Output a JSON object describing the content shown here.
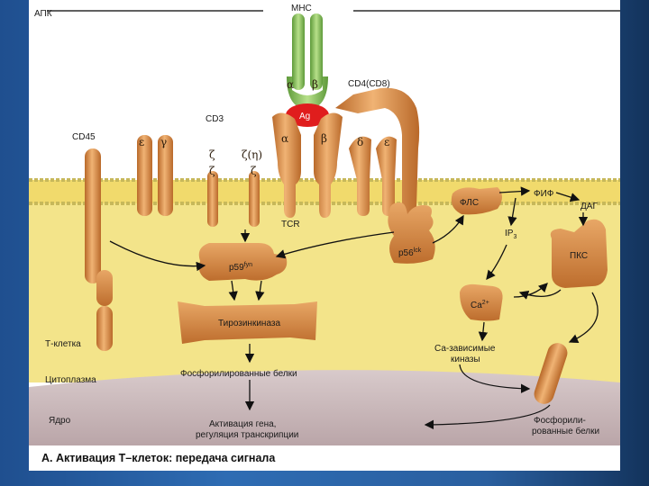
{
  "labels": {
    "apc": "АПК",
    "mhc": "МНС",
    "alpha": "α",
    "beta": "β",
    "cd4": "CD4(CD8)",
    "cd3": "CD3",
    "ag": "Ag",
    "cd45": "CD45",
    "epsilon": "ε",
    "gamma": "γ",
    "delta": "δ",
    "zeta": "ζ",
    "zeta_eta": "ζ(η)",
    "tcr": "TCR",
    "pip2": "ФИФ",
    "dag": "ДАГ",
    "plc": "ФЛС",
    "ip3": "IP",
    "ip3_sub": "3",
    "p56": "p56",
    "p56_sup": "lck",
    "p59": "p59",
    "p59_sup": "fyn",
    "pkc": "ПКС",
    "ca": "Ca",
    "ca_sup": "2+",
    "tyr_kinase": "Тирозинкиназа",
    "ca_kinases_1": "Са-зависимые",
    "ca_kinases_2": "киназы",
    "t_cell": "Т-клетка",
    "cytoplasm": "Цитоплазма",
    "phospho_proteins": "Фосфорилированные белки",
    "phospho_proteins_r1": "Фосфорили-",
    "phospho_proteins_r2": "рованные белки",
    "nucleus": "Ядро",
    "gene_act_1": "Активация гена,",
    "gene_act_2": "регуляция транскрипции",
    "caption": "А. Активация Т–клеток: передача сигнала"
  },
  "colors": {
    "membrane_yellow": "#f1da6c",
    "protein_orange": "#d9904a",
    "ag_red": "#e01d1d",
    "mhc_green": "#8dc05a",
    "nucleus": "#c9b7b9"
  }
}
